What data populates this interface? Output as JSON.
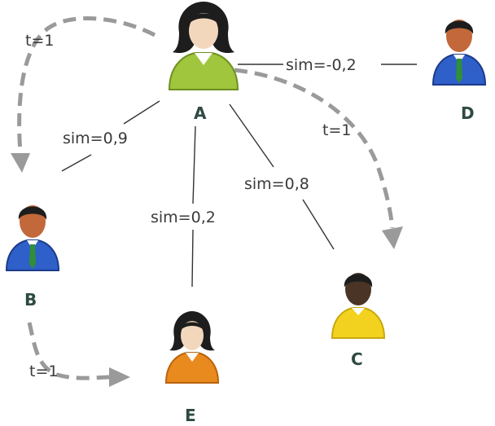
{
  "nodes": {
    "A": {
      "label": "A",
      "kind": "woman",
      "shirt": "#9fc63c",
      "shirt_dark": "#6e8f1f",
      "skin": "#f3d7bd",
      "hair": "#1d1d1d"
    },
    "B": {
      "label": "B",
      "kind": "man",
      "shirt": "#2f5fc8",
      "shirt_dark": "#1b3b8a",
      "skin": "#c2683a",
      "hair": "#1d1d1d",
      "tie": "#2f8f3a"
    },
    "C": {
      "label": "C",
      "kind": "man",
      "shirt": "#f2d21e",
      "shirt_dark": "#c9a80c",
      "skin": "#4a3426",
      "hair": "#1d1d1d"
    },
    "D": {
      "label": "D",
      "kind": "man",
      "shirt": "#2f5fc8",
      "shirt_dark": "#1b3b8a",
      "skin": "#c2683a",
      "hair": "#1d1d1d",
      "tie": "#2f8f3a"
    },
    "E": {
      "label": "E",
      "kind": "woman",
      "shirt": "#e98a1e",
      "shirt_dark": "#b9630c",
      "skin": "#f3d7bd",
      "hair": "#1d1d1d"
    }
  },
  "similarity_edges": [
    {
      "from": "A",
      "to": "D",
      "label": "sim=-0,2"
    },
    {
      "from": "A",
      "to": "B",
      "label": "sim=0,9"
    },
    {
      "from": "A",
      "to": "E",
      "label": "sim=0,2"
    },
    {
      "from": "A",
      "to": "C",
      "label": "sim=0,8"
    }
  ],
  "trust_edges": [
    {
      "from": "A",
      "to": "B",
      "label": "t=1"
    },
    {
      "from": "A",
      "to": "C",
      "label": "t=1"
    },
    {
      "from": "B",
      "to": "E",
      "label": "t=1"
    }
  ],
  "colors": {
    "sim_line": "#333333",
    "trust_arrow": "#9a9a9a",
    "label_text": "#3a3a3a",
    "node_label": "#2d4a43"
  }
}
